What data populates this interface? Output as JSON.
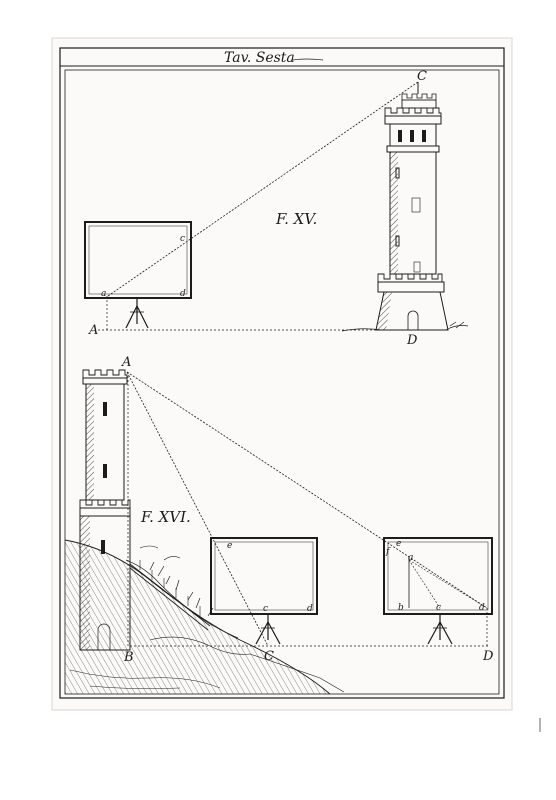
{
  "plate": {
    "title": "Tav. Sesta",
    "ink_color": "#1c1c1c",
    "paper_color": "#fbfaf8"
  },
  "fig15": {
    "label": "F. XV.",
    "points": {
      "A": "A",
      "C": "C",
      "D": "D",
      "a": "a",
      "c": "c",
      "d": "d"
    }
  },
  "fig16": {
    "label": "F. XVI.",
    "points": {
      "A": "A",
      "B": "B",
      "C": "C",
      "D": "D",
      "e1": "e",
      "c1": "c",
      "d1": "d",
      "f2": "f",
      "e2": "e",
      "a2": "a",
      "b2": "b",
      "c2": "c",
      "d2": "d"
    }
  }
}
